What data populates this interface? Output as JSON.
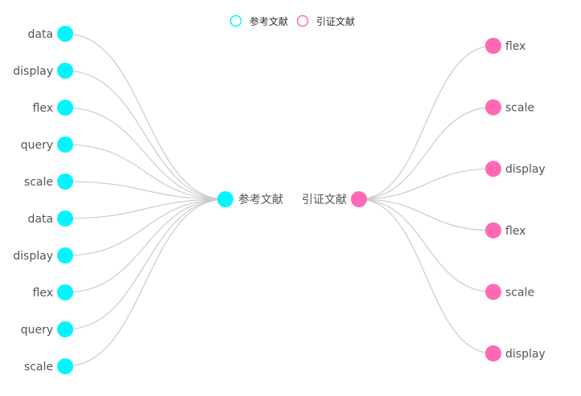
{
  "legend": {
    "items": [
      {
        "label": "参考文献",
        "color": "#00f5ff"
      },
      {
        "label": "引证文献",
        "color": "#ff69b4"
      }
    ]
  },
  "center": {
    "reference": {
      "label": "参考文献",
      "color": "#00f5ff"
    },
    "citation": {
      "label": "引证文献",
      "color": "#ff69b4"
    }
  },
  "references": [
    "data",
    "display",
    "flex",
    "query",
    "scale",
    "data",
    "display",
    "flex",
    "query",
    "scale"
  ],
  "citations": [
    "flex",
    "scale",
    "display",
    "flex",
    "scale",
    "display"
  ],
  "edge_color": "#cccccc"
}
